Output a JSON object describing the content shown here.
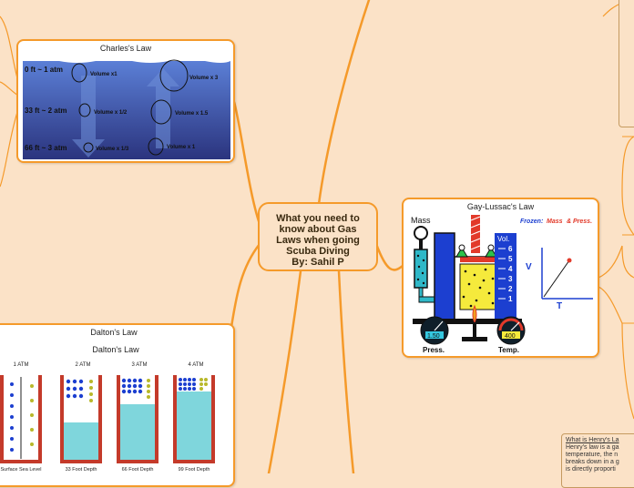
{
  "central": {
    "lines": [
      "What you need to",
      "know about Gas",
      "Laws when going",
      "Scuba Diving",
      "By: Sahil P"
    ]
  },
  "charles": {
    "title": "Charles's Law",
    "rows": [
      {
        "depth": "0 ft ~ 1 atm",
        "down": "Volume x1",
        "up": "Volume x 3"
      },
      {
        "depth": "33 ft ~ 2 atm",
        "down": "Volume x 1/2",
        "up": "Volume x 1.5"
      },
      {
        "depth": "66 ft ~ 3 atm",
        "down": "Volume x 1/3",
        "up": "Volume x 1"
      }
    ]
  },
  "gay": {
    "title": "Gay-Lussac's Law",
    "mass_label": "Mass",
    "vol_label": "Vol.",
    "vol_ticks": [
      "6",
      "5",
      "4",
      "3",
      "2",
      "1"
    ],
    "frozen_prefix": "Frozen:",
    "frozen_mass": "Mass",
    "frozen_press": "& Press.",
    "axis_v": "V",
    "axis_t": "T",
    "press_value": "1.50",
    "press_label": "Press.",
    "temp_value": "400",
    "temp_label": "Temp."
  },
  "dalton": {
    "title": "Dalton's Law",
    "inner_title": "Dalton's Law",
    "columns": [
      {
        "atm": "1 ATM",
        "caption": "Surface Sea Level"
      },
      {
        "atm": "2 ATM",
        "caption": "33 Foot Depth"
      },
      {
        "atm": "3 ATM",
        "caption": "66 Foot Depth"
      },
      {
        "atm": "4 ATM",
        "caption": "99 Foot Depth"
      }
    ]
  },
  "henry_note": {
    "link": "What is Henry's La",
    "lines": [
      "Henry's law is a ga",
      "temperature, the n",
      "breaks down in a g",
      "is directly proporti"
    ]
  },
  "colors": {
    "background": "#fbe2c7",
    "branch": "#f59a2a",
    "node_border": "#f59a2a"
  }
}
